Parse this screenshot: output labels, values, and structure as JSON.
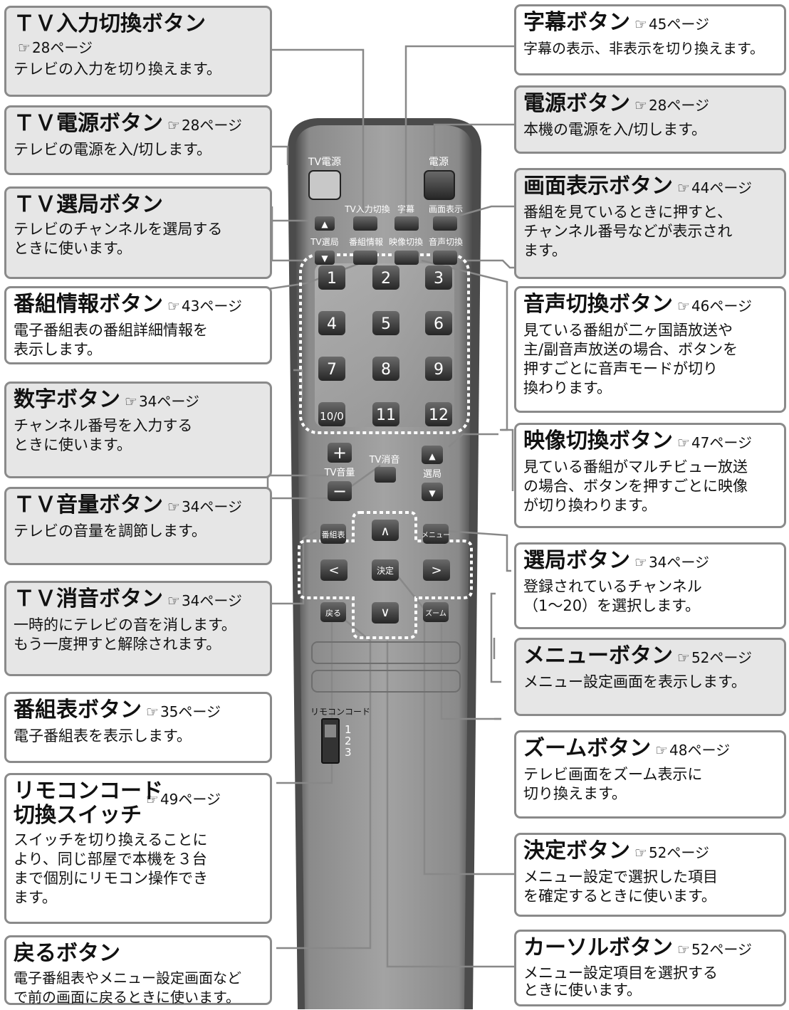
{
  "callouts": {
    "tv_input": {
      "title": "ＴＶ入力切換ボタン",
      "ref": "28ページ",
      "desc": "テレビの入力を切り換えます。"
    },
    "tv_power": {
      "title": "ＴＶ電源ボタン",
      "ref": "28ページ",
      "desc": "テレビの電源を入/切します。"
    },
    "tv_channel": {
      "title": "ＴＶ選局ボタン",
      "ref": "",
      "desc": "テレビのチャンネルを選局する\nときに使います。"
    },
    "program_info": {
      "title": "番組情報ボタン",
      "ref": "43ページ",
      "desc": "電子番組表の番組詳細情報を\n表示します。"
    },
    "number": {
      "title": "数字ボタン",
      "ref": "34ページ",
      "desc": "チャンネル番号を入力する\nときに使います。"
    },
    "tv_volume": {
      "title": "ＴＶ音量ボタン",
      "ref": "34ページ",
      "desc": "テレビの音量を調節します。"
    },
    "tv_mute": {
      "title": "ＴＶ消音ボタン",
      "ref": "34ページ",
      "desc": "一時的にテレビの音を消します。\nもう一度押すと解除されます。"
    },
    "guide": {
      "title": "番組表ボタン",
      "ref": "35ページ",
      "desc": "電子番組表を表示します。"
    },
    "remote_code": {
      "title": "リモコンコード\n切換スイッチ",
      "ref": "49ページ",
      "desc": "スイッチを切り換えることに\nより、同じ部屋で本機を３台\nまで個別にリモコン操作でき\nます。"
    },
    "back": {
      "title": "戻るボタン",
      "ref": "",
      "desc": "電子番組表やメニュー設定画面など\nで前の画面に戻るときに使います。"
    },
    "subtitle": {
      "title": "字幕ボタン",
      "ref": "45ページ",
      "desc": "字幕の表示、非表示を切り換えます。"
    },
    "power": {
      "title": "電源ボタン",
      "ref": "28ページ",
      "desc": "本機の電源を入/切します。"
    },
    "display": {
      "title": "画面表示ボタン",
      "ref": "44ページ",
      "desc": "番組を見ているときに押すと、\nチャンネル番号などが表示され\nます。"
    },
    "audio": {
      "title": "音声切換ボタン",
      "ref": "46ページ",
      "desc": "見ている番組が二ヶ国語放送や\n主/副音声放送の場合、ボタンを\n押すごとに音声モードが切り\n換わります。"
    },
    "video": {
      "title": "映像切換ボタン",
      "ref": "47ページ",
      "desc": "見ている番組がマルチビュー放送\nの場合、ボタンを押すごとに映像\nが切り換わります。"
    },
    "channel": {
      "title": "選局ボタン",
      "ref": "34ページ",
      "desc": "登録されているチャンネル\n（1～20）を選択します。"
    },
    "menu": {
      "title": "メニューボタン",
      "ref": "52ページ",
      "desc": "メニュー設定画面を表示します。"
    },
    "zoom": {
      "title": "ズームボタン",
      "ref": "48ページ",
      "desc": "テレビ画面をズーム表示に\n切り換えます。"
    },
    "enter": {
      "title": "決定ボタン",
      "ref": "52ページ",
      "desc": "メニュー設定で選択した項目\nを確定するときに使います。"
    },
    "cursor": {
      "title": "カーソルボタン",
      "ref": "52ページ",
      "desc": "メニュー設定項目を選択する\nときに使います。"
    }
  },
  "remote": {
    "tv_power": "TV電源",
    "power": "電源",
    "tv_input": "TV入力切換",
    "subtitle": "字幕",
    "display": "画面表示",
    "tv_channel": "TV選局",
    "program_info": "番組情報",
    "video": "映像切換",
    "audio": "音声切換",
    "digits": [
      "1",
      "2",
      "3",
      "4",
      "5",
      "6",
      "7",
      "8",
      "9",
      "10/0",
      "11",
      "12"
    ],
    "tv_mute": "TV消音",
    "tv_volume": "TV音量",
    "channel": "選局",
    "guide": "番組表",
    "menu": "メニュー",
    "enter": "決定",
    "back": "戻る",
    "zoom": "ズーム",
    "remote_code": "リモコンコード",
    "code_1": "1",
    "code_2": "2",
    "code_3": "3"
  }
}
